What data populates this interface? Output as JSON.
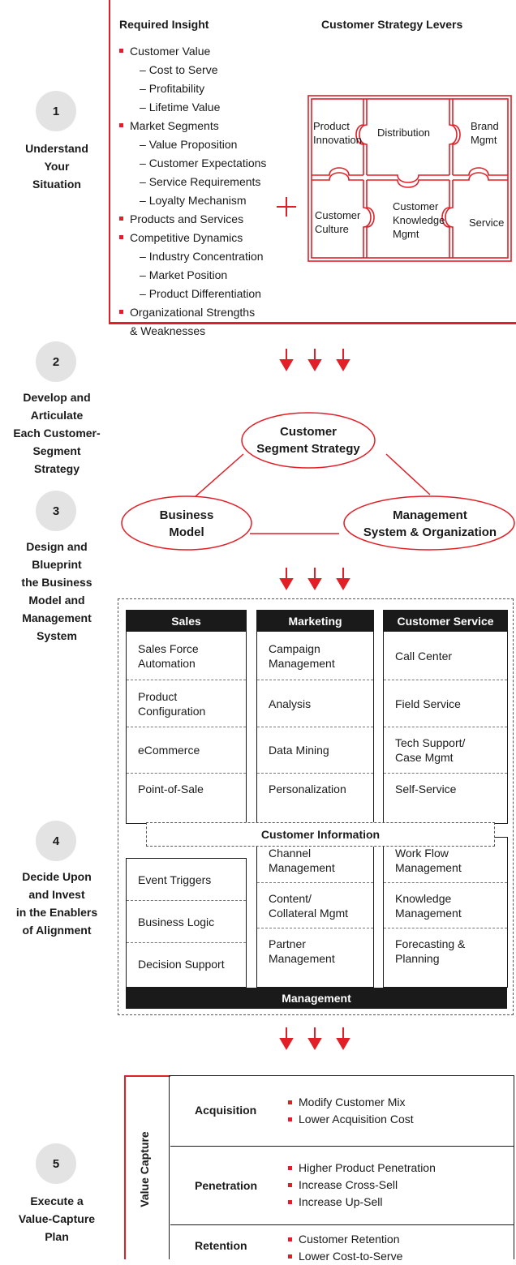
{
  "steps": [
    {
      "num": "1",
      "label": [
        "Understand",
        "Your",
        "Situation"
      ]
    },
    {
      "num": "2",
      "label": [
        "Develop and",
        "Articulate",
        "Each Customer-",
        "Segment",
        "Strategy"
      ]
    },
    {
      "num": "3",
      "label": [
        "Design and",
        "Blueprint",
        "the Business",
        "Model and",
        "Management",
        "System"
      ]
    },
    {
      "num": "4",
      "label": [
        "Decide Upon",
        "and Invest",
        "in the Enablers",
        "of Alignment"
      ]
    },
    {
      "num": "5",
      "label": [
        "Execute a",
        "Value-Capture",
        "Plan"
      ]
    }
  ],
  "insight": {
    "title": "Required Insight",
    "items": [
      {
        "type": "b",
        "text": "Customer Value"
      },
      {
        "type": "s",
        "text": "Cost to Serve"
      },
      {
        "type": "s",
        "text": "Profitability"
      },
      {
        "type": "s",
        "text": "Lifetime Value"
      },
      {
        "type": "b",
        "text": "Market Segments"
      },
      {
        "type": "s",
        "text": "Value Proposition"
      },
      {
        "type": "s",
        "text": "Customer Expectations"
      },
      {
        "type": "s",
        "text": "Service Requirements"
      },
      {
        "type": "s",
        "text": "Loyalty Mechanism"
      },
      {
        "type": "b",
        "text": "Products and Services"
      },
      {
        "type": "b",
        "text": "Competitive Dynamics"
      },
      {
        "type": "s",
        "text": "Industry Concentration"
      },
      {
        "type": "s",
        "text": "Market Position"
      },
      {
        "type": "s",
        "text": "Product Differentiation"
      },
      {
        "type": "b",
        "text": "Organizational Strengths"
      },
      {
        "type": "c",
        "text": "& Weaknesses"
      }
    ]
  },
  "levers": {
    "title": "Customer Strategy Levers",
    "product_innovation": [
      "Product",
      "Innovation"
    ],
    "distribution": [
      "Distribution"
    ],
    "brand_mgmt": [
      "Brand",
      "Mgmt"
    ],
    "customer_culture": [
      "Customer",
      "Culture"
    ],
    "customer_knowledge": [
      "Customer",
      "Knowledge",
      "Mgmt"
    ],
    "service": [
      "Service"
    ]
  },
  "strategy": {
    "segment": [
      "Customer",
      "Segment Strategy"
    ],
    "business_model": [
      "Business",
      "Model"
    ],
    "management": [
      "Management",
      "System & Organization"
    ]
  },
  "enablers": {
    "columns": [
      {
        "title": "Sales",
        "top": [
          [
            "Sales Force",
            "Automation"
          ],
          [
            "Product",
            "Configuration"
          ],
          [
            "eCommerce"
          ],
          [
            "Point-of-Sale"
          ]
        ],
        "bottom": [
          [
            "Event Triggers"
          ],
          [
            "Business Logic"
          ],
          [
            "Decision Support"
          ]
        ]
      },
      {
        "title": "Marketing",
        "top": [
          [
            "Campaign",
            "Management"
          ],
          [
            "Analysis"
          ],
          [
            "Data Mining"
          ],
          [
            "Personalization"
          ]
        ],
        "bottom": [
          [
            "Channel",
            "Management"
          ],
          [
            "Content/",
            "Collateral Mgmt"
          ],
          [
            "Partner",
            "Management"
          ]
        ]
      },
      {
        "title": "Customer Service",
        "top": [
          [
            "Call Center"
          ],
          [
            "Field Service"
          ],
          [
            "Tech Support/",
            "Case Mgmt"
          ],
          [
            "Self-Service"
          ]
        ],
        "bottom": [
          [
            "Work Flow",
            "Management"
          ],
          [
            "Knowledge",
            "Management"
          ],
          [
            "Forecasting &",
            "Planning"
          ]
        ]
      }
    ],
    "customer_information": "Customer Information",
    "management": "Management"
  },
  "value_capture": {
    "title": "Value Capture",
    "rows": [
      {
        "name": "Acquisition",
        "items": [
          "Modify Customer Mix",
          "Lower Acquisition Cost"
        ]
      },
      {
        "name": "Penetration",
        "items": [
          "Higher Product Penetration",
          "Increase Cross-Sell",
          "Increase Up-Sell"
        ]
      },
      {
        "name": "Retention",
        "items": [
          "Customer Retention",
          "Lower Cost-to-Serve"
        ]
      }
    ]
  },
  "colors": {
    "accent": "#e21e26",
    "dark": "#1a1a1a",
    "circle": "#e3e3e3"
  }
}
